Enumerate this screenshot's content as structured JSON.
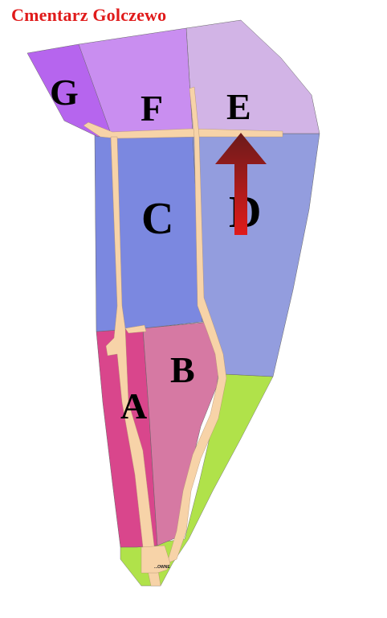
{
  "title": "Cmentarz Golczewo",
  "sections": {
    "A": {
      "label": "A",
      "color": "#d9468c"
    },
    "B": {
      "label": "B",
      "color": "#d679a3"
    },
    "C": {
      "label": "C",
      "color": "#7b88e0"
    },
    "D": {
      "label": "D",
      "color": "#939dde"
    },
    "E": {
      "label": "E",
      "color": "#d2b4e6"
    },
    "F": {
      "label": "F",
      "color": "#c98ef0"
    },
    "G": {
      "label": "G",
      "color": "#b665ee"
    }
  },
  "green_area_color": "#b0e24a",
  "path_color": "#f7d3a8",
  "arrow": {
    "icon": "north-arrow-icon",
    "color_dark": "#7a1a1a",
    "color_light": "#e01b1b"
  },
  "gate_label": "...OWNE"
}
